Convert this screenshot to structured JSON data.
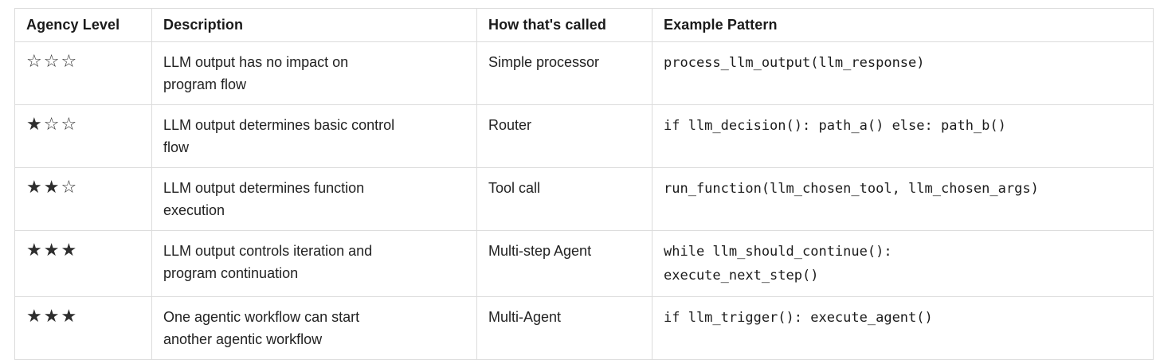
{
  "table": {
    "columns": [
      "Agency Level",
      "Description",
      "How that's called",
      "Example Pattern"
    ],
    "rows": [
      {
        "stars": "☆☆☆",
        "stars_filled": 0,
        "description": [
          "LLM output has no impact on",
          "program flow"
        ],
        "how_called": "Simple processor",
        "pattern": [
          "process_llm_output(llm_response)"
        ]
      },
      {
        "stars": "★☆☆",
        "stars_filled": 1,
        "description": [
          "LLM output determines basic control",
          "flow"
        ],
        "how_called": "Router",
        "pattern": [
          "if llm_decision(): path_a() else: path_b()"
        ]
      },
      {
        "stars": "★★☆",
        "stars_filled": 2,
        "description": [
          "LLM output determines function",
          "execution"
        ],
        "how_called": "Tool call",
        "pattern": [
          "run_function(llm_chosen_tool, llm_chosen_args)"
        ]
      },
      {
        "stars": "★★★",
        "stars_filled": 3,
        "description": [
          "LLM output controls iteration and",
          "program continuation"
        ],
        "how_called": "Multi-step Agent",
        "pattern": [
          "while llm_should_continue():",
          "execute_next_step()"
        ]
      },
      {
        "stars": "★★★",
        "stars_filled": 3,
        "description": [
          "One agentic workflow can start",
          "another agentic workflow"
        ],
        "how_called": "Multi-Agent",
        "pattern": [
          "if llm_trigger(): execute_agent()"
        ]
      }
    ]
  }
}
